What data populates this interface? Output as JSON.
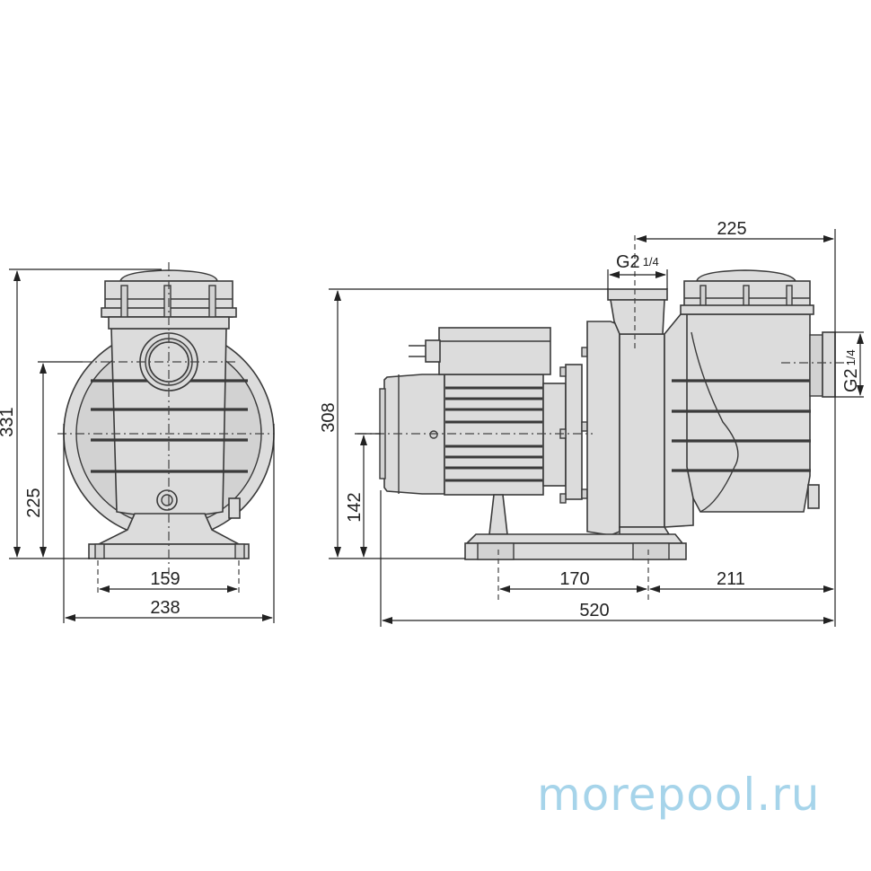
{
  "diagram": {
    "title": "Pool pump dimensional drawing",
    "units": "mm",
    "colors": {
      "line": "#3a3a3a",
      "fill": "#dcdcdc",
      "background": "#ffffff",
      "watermark": "#a6d4ea"
    },
    "front_view": {
      "dimensions": {
        "overall_height": "331",
        "inlet_axis_height": "225",
        "foot_mount_width": "159",
        "overall_width": "238"
      }
    },
    "side_view": {
      "dimensions": {
        "overall_height": "308",
        "shaft_axis_height": "142",
        "foot_mount_spacing": "170",
        "foot_to_inlet": "211",
        "overall_length": "520",
        "outlet_to_inlet_face": "225"
      },
      "connections": {
        "outlet_thread": "G2",
        "outlet_thread_fraction": "1/4",
        "inlet_thread": "G2",
        "inlet_thread_fraction": "1/4"
      }
    }
  },
  "watermark": {
    "text": "morepool.ru"
  }
}
